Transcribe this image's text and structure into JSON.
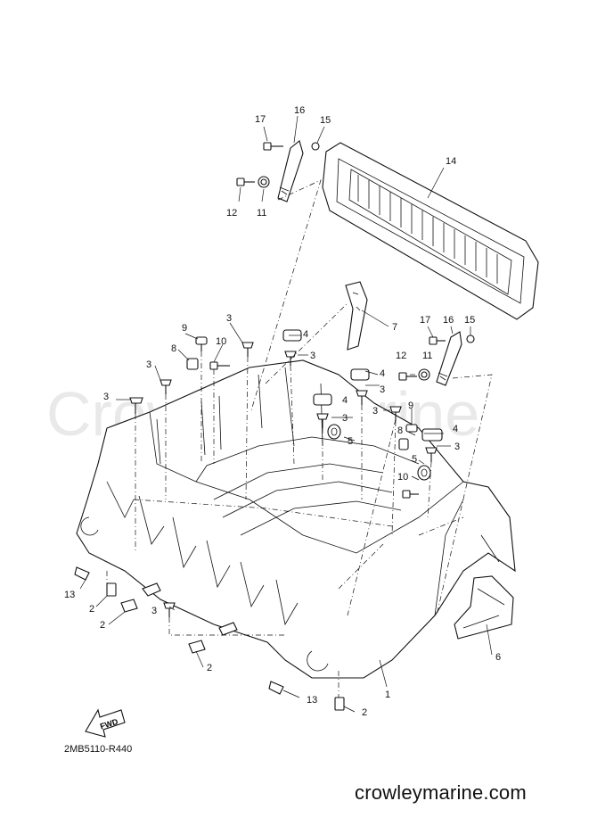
{
  "watermark": "Crowley Marine",
  "diagram_code": "2MB5110-R440",
  "site_credit": "crowleymarine.com",
  "fwd_label": "FWD",
  "callouts": [
    {
      "id": "c17a",
      "text": "17"
    },
    {
      "id": "c16a",
      "text": "16"
    },
    {
      "id": "c15a",
      "text": "15"
    },
    {
      "id": "c14",
      "text": "14"
    },
    {
      "id": "c12a",
      "text": "12"
    },
    {
      "id": "c11a",
      "text": "11"
    },
    {
      "id": "c7",
      "text": "7"
    },
    {
      "id": "c17b",
      "text": "17"
    },
    {
      "id": "c16b",
      "text": "16"
    },
    {
      "id": "c15b",
      "text": "15"
    },
    {
      "id": "c9a",
      "text": "9"
    },
    {
      "id": "c3a",
      "text": "3"
    },
    {
      "id": "c4a",
      "text": "4"
    },
    {
      "id": "c10a",
      "text": "10"
    },
    {
      "id": "c8a",
      "text": "8"
    },
    {
      "id": "c3b",
      "text": "3"
    },
    {
      "id": "c12b",
      "text": "12"
    },
    {
      "id": "c11b",
      "text": "11"
    },
    {
      "id": "c4b",
      "text": "4"
    },
    {
      "id": "c3c",
      "text": "3"
    },
    {
      "id": "c3d",
      "text": "3"
    },
    {
      "id": "c3e",
      "text": "3"
    },
    {
      "id": "c4c",
      "text": "4"
    },
    {
      "id": "c3f",
      "text": "3"
    },
    {
      "id": "c9b",
      "text": "9"
    },
    {
      "id": "c3g",
      "text": "3"
    },
    {
      "id": "c5a",
      "text": "5"
    },
    {
      "id": "c4d",
      "text": "4"
    },
    {
      "id": "c8b",
      "text": "8"
    },
    {
      "id": "c3h",
      "text": "3"
    },
    {
      "id": "c5b",
      "text": "5"
    },
    {
      "id": "c10b",
      "text": "10"
    },
    {
      "id": "c13a",
      "text": "13"
    },
    {
      "id": "c2a",
      "text": "2"
    },
    {
      "id": "c2b",
      "text": "2"
    },
    {
      "id": "c3i",
      "text": "3"
    },
    {
      "id": "c6",
      "text": "6"
    },
    {
      "id": "c2c",
      "text": "2"
    },
    {
      "id": "c1",
      "text": "1"
    },
    {
      "id": "c13b",
      "text": "13"
    },
    {
      "id": "c2d",
      "text": "2"
    }
  ]
}
